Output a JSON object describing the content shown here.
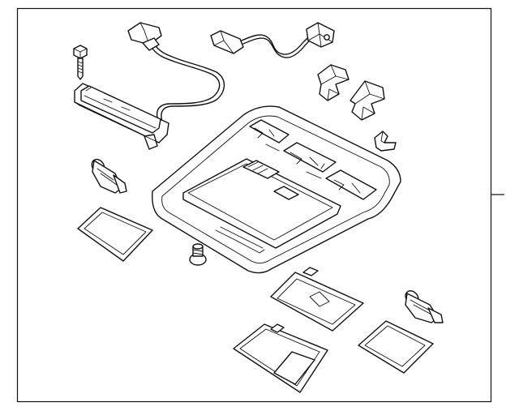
{
  "diagram": {
    "colors": {
      "background": "#ffffff",
      "line": "#111111"
    },
    "parts": [
      "frame-border",
      "callout-leader",
      "wiring-harness-upper",
      "wiring-harness-right",
      "mounting-screw-icon",
      "map-lamp-switch-icon",
      "clip-bracket-icon",
      "clip-bracket-icon",
      "retainer-clip-icon",
      "overhead-console-housing-icon",
      "bulb-socket-icon",
      "bulb-socket-icon",
      "lens-cover-icon",
      "retaining-screw-icon",
      "lamp-lens-icon",
      "lamp-lens-icon",
      "lamp-lens-icon"
    ]
  }
}
